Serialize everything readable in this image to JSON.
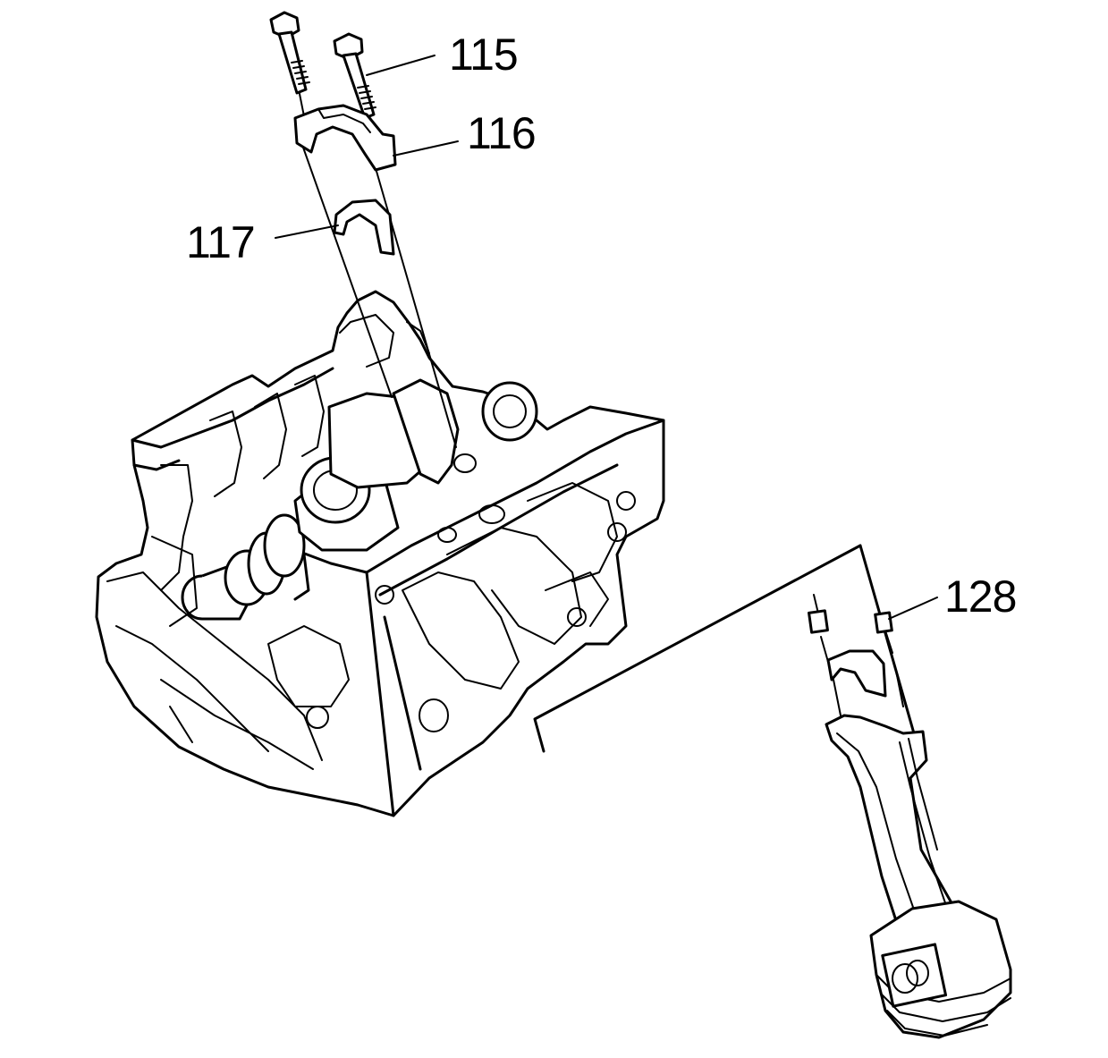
{
  "callouts": {
    "c115": "115",
    "c116": "116",
    "c117": "117",
    "c128": "128"
  },
  "icons": {
    "bolts": "bolt-icon",
    "cap": "bearing-cap-icon",
    "insert": "bearing-insert-icon",
    "block": "engine-block-icon",
    "rod": "connecting-rod-piston-icon"
  }
}
